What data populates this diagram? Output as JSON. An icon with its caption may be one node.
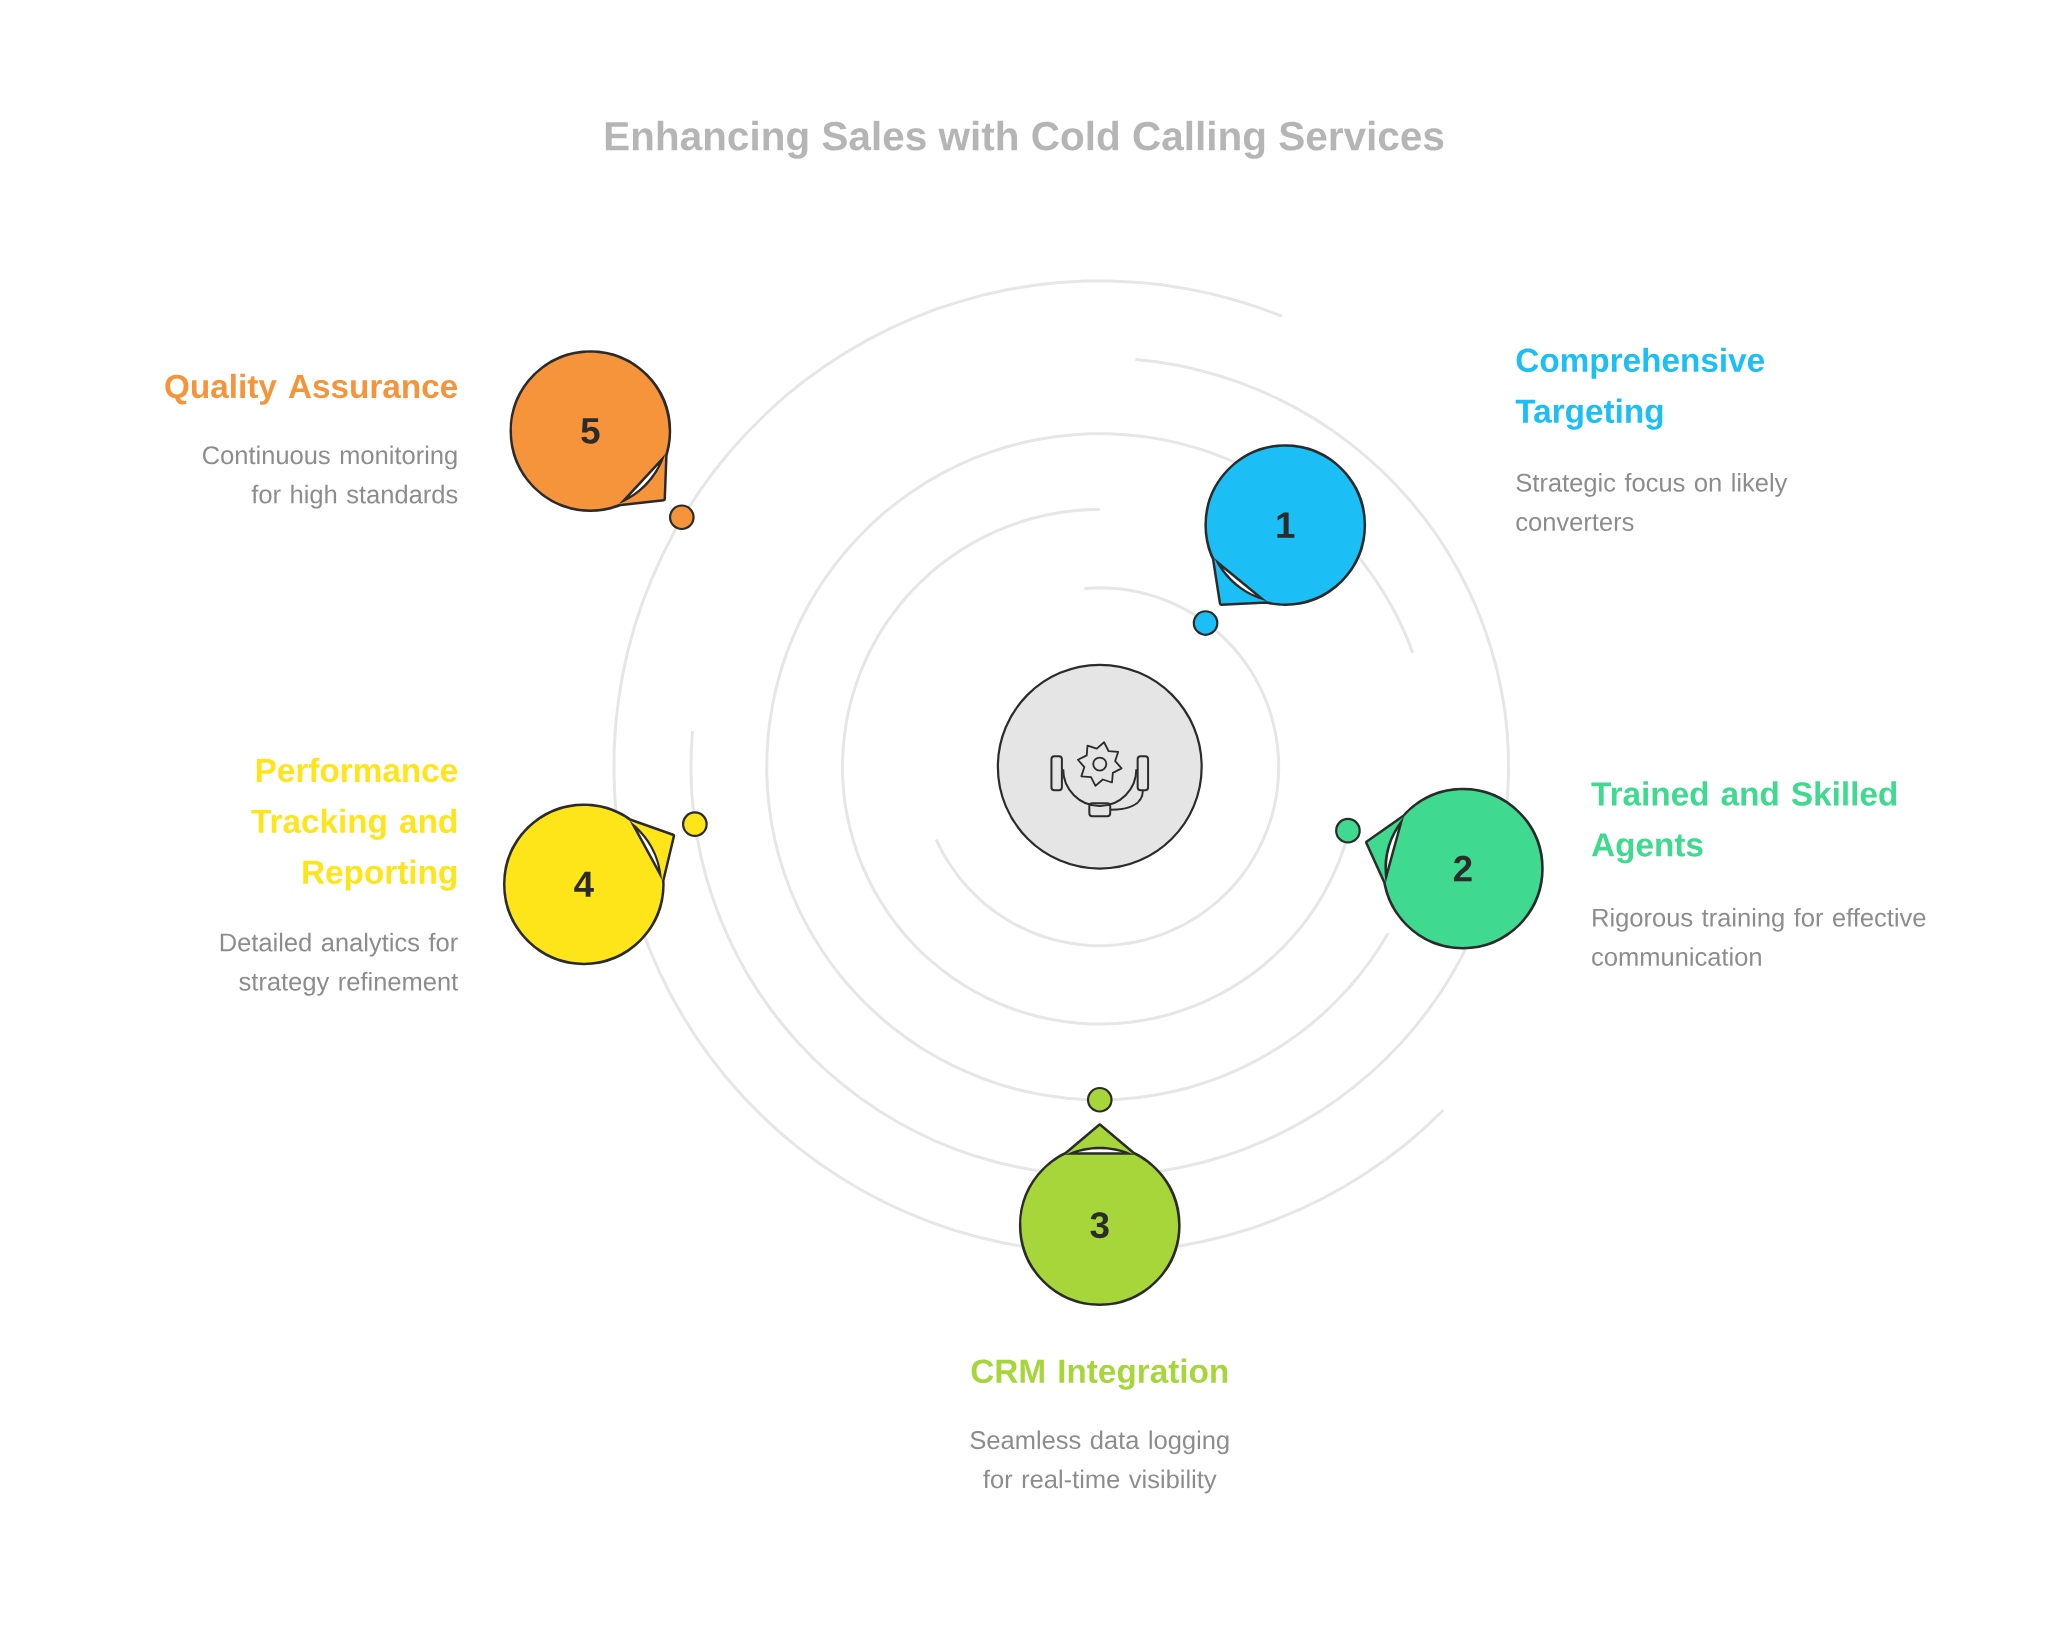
{
  "diagram": {
    "title": "Enhancing Sales with Cold Calling Services",
    "nodes": [
      {
        "text": [
          "1"
        ],
        "beside": [
          "Comprehensive Targeting",
          "Strategic focus on likely converters"
        ]
      },
      {
        "text": [
          "2"
        ],
        "beside": [
          "Trained and Skilled Agents",
          "Rigorous training for effective communication"
        ]
      },
      {
        "text": [
          "3"
        ],
        "beside": [
          "CRM Integration",
          "Seamless data logging for real-time visibility"
        ]
      },
      {
        "text": [
          "4"
        ],
        "beside": [
          "Performance Tracking and Reporting",
          "Detailed analytics for strategy refinement"
        ]
      },
      {
        "text": [
          "5"
        ],
        "beside": [
          "Quality Assurance",
          "Continuous monitoring for high standards"
        ]
      },
      {
        "text": [],
        "shape": "circle"
      }
    ]
  }
}
